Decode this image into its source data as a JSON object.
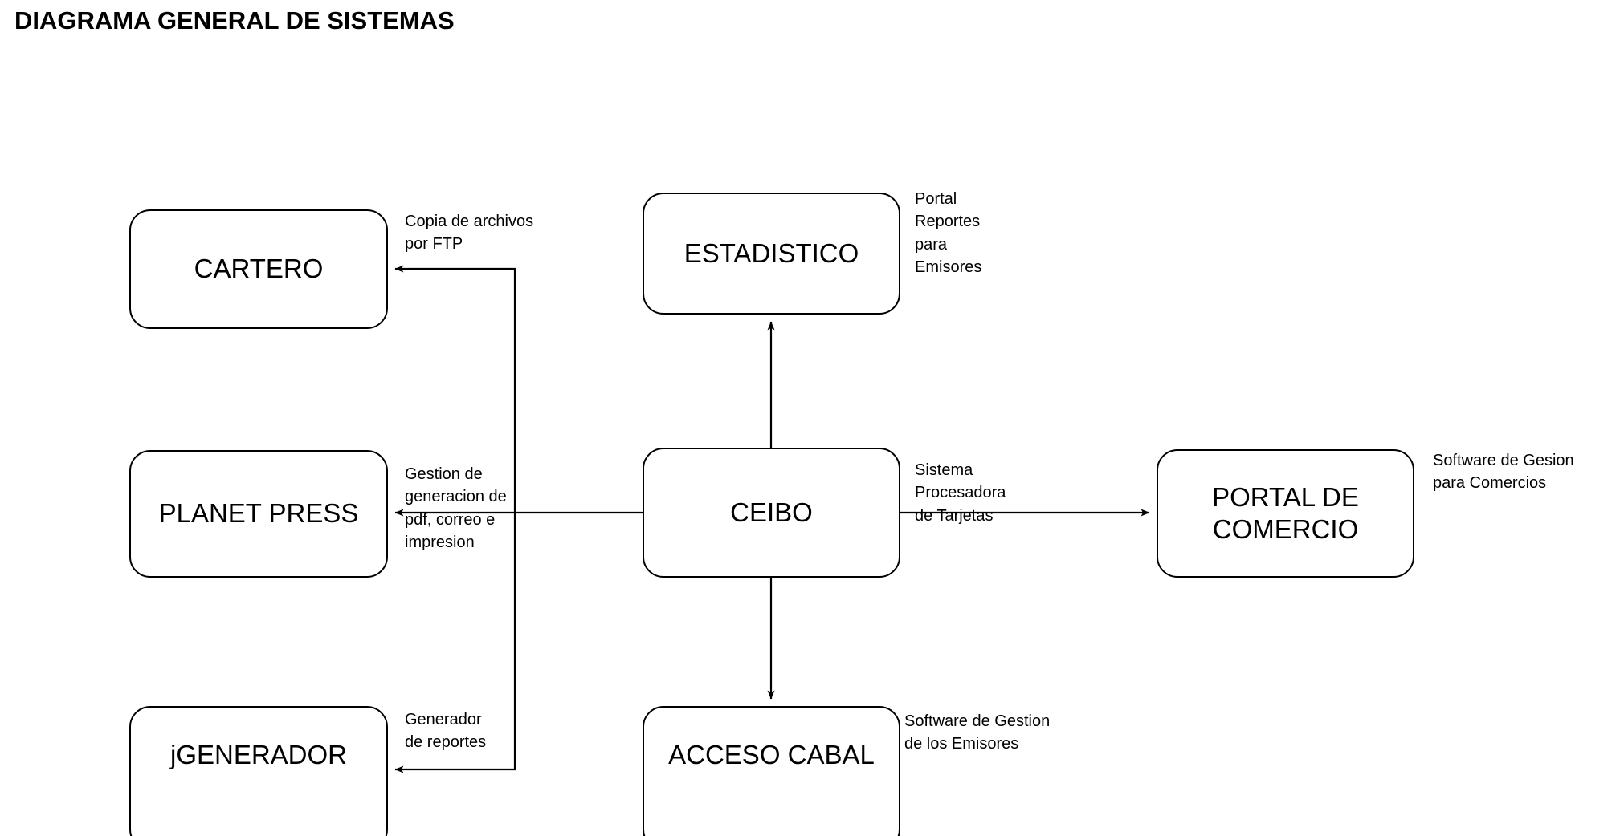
{
  "page": {
    "title": "DIAGRAMA GENERAL DE SISTEMAS",
    "background_color": "#ffffff",
    "stroke_color": "#000000",
    "fill_color": "#ffffff"
  },
  "nodes": [
    {
      "id": "cartero",
      "label": "CARTERO",
      "annotation": ""
    },
    {
      "id": "planetpress",
      "label": "PLANET PRESS",
      "annotation": ""
    },
    {
      "id": "jgenerador",
      "label": "jGENERADOR",
      "annotation": ""
    },
    {
      "id": "estadistico",
      "label": "ESTADISTICO",
      "annotation": "Portal\nReportes\npara\nEmisores"
    },
    {
      "id": "ceibo",
      "label": "CEIBO",
      "annotation": "Sistema\nProcesadora\nde Tarjetas"
    },
    {
      "id": "accesocabal",
      "label": "ACCESO CABAL",
      "annotation": "Software de Gestion\nde los Emisores"
    },
    {
      "id": "portalcomercio",
      "label": "PORTAL DE\nCOMERCIO",
      "annotation": "Software de Gesion\npara Comercios"
    }
  ],
  "edges": [
    {
      "id": "ceibo-cartero",
      "from": "CEIBO",
      "to": "CARTERO",
      "label": "Copia de archivos\npor FTP"
    },
    {
      "id": "ceibo-planetpress",
      "from": "CEIBO",
      "to": "PLANET PRESS",
      "label": "Gestion de\ngeneracion de\npdf, correo e\nimpresion"
    },
    {
      "id": "ceibo-jgenerador",
      "from": "CEIBO",
      "to": "jGENERADOR",
      "label": "Generador\nde reportes"
    },
    {
      "id": "ceibo-estadistico",
      "from": "CEIBO",
      "to": "ESTADISTICO",
      "label": ""
    },
    {
      "id": "ceibo-accesocabal",
      "from": "CEIBO",
      "to": "ACCESO CABAL",
      "label": ""
    },
    {
      "id": "ceibo-portalcomercio",
      "from": "CEIBO",
      "to": "PORTAL DE COMERCIO",
      "label": ""
    }
  ]
}
